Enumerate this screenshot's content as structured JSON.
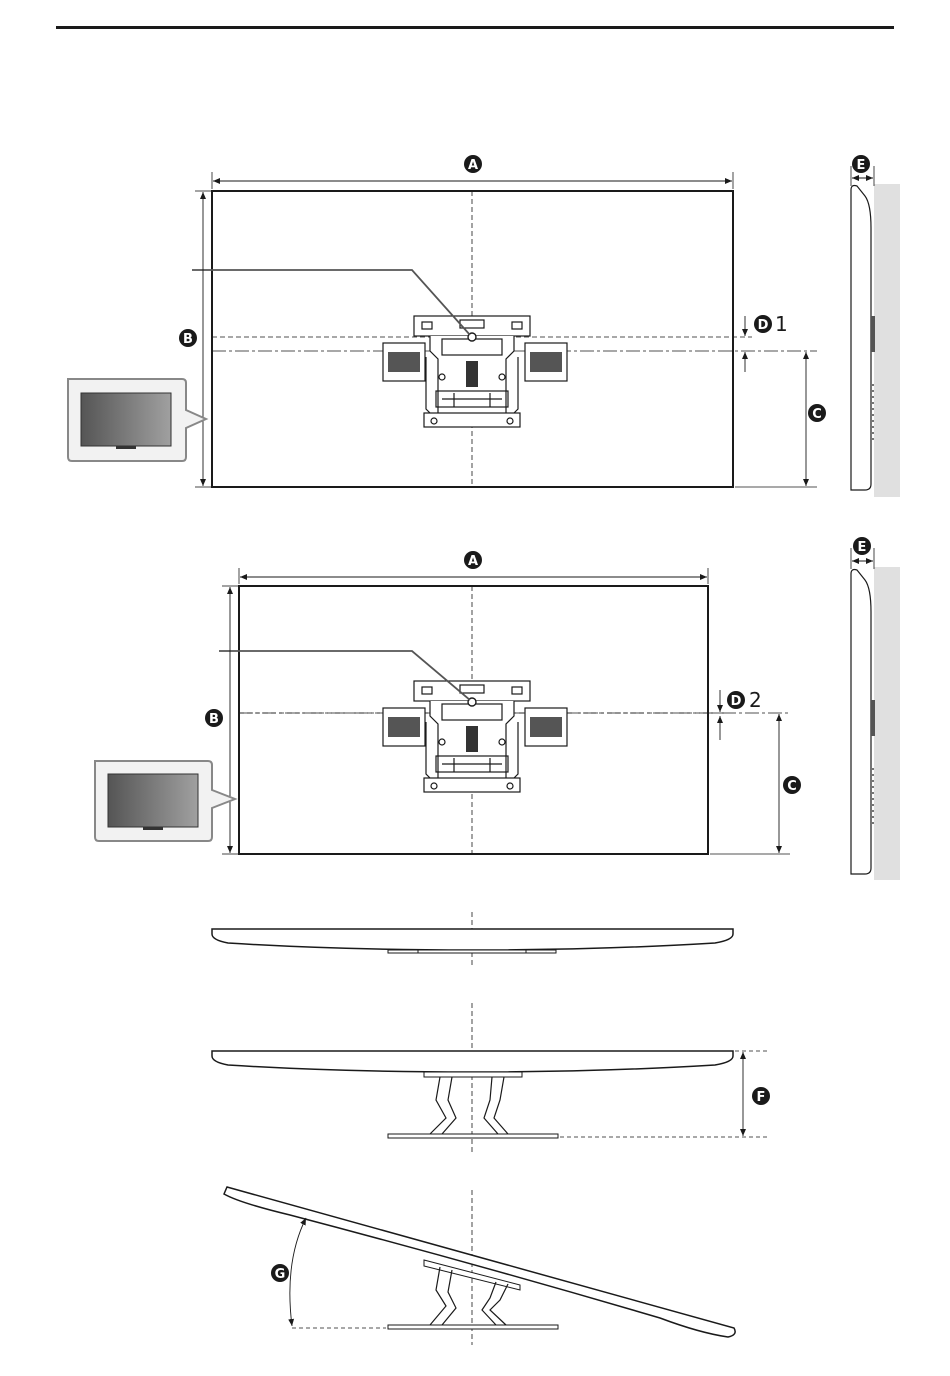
{
  "markers": {
    "a": "A",
    "b": "B",
    "c": "C",
    "d": "D",
    "e": "E",
    "f": "F",
    "g": "G"
  },
  "suffixes": {
    "d_first": "1",
    "d_second": "2"
  },
  "colors": {
    "line": "#1a1a1a",
    "wall": "#e0e0e0",
    "screen_dark": "#5a5a5a",
    "screen_light": "#9a9a9a",
    "callout_border": "#888888",
    "callout_bg": "#f2f2f2"
  }
}
